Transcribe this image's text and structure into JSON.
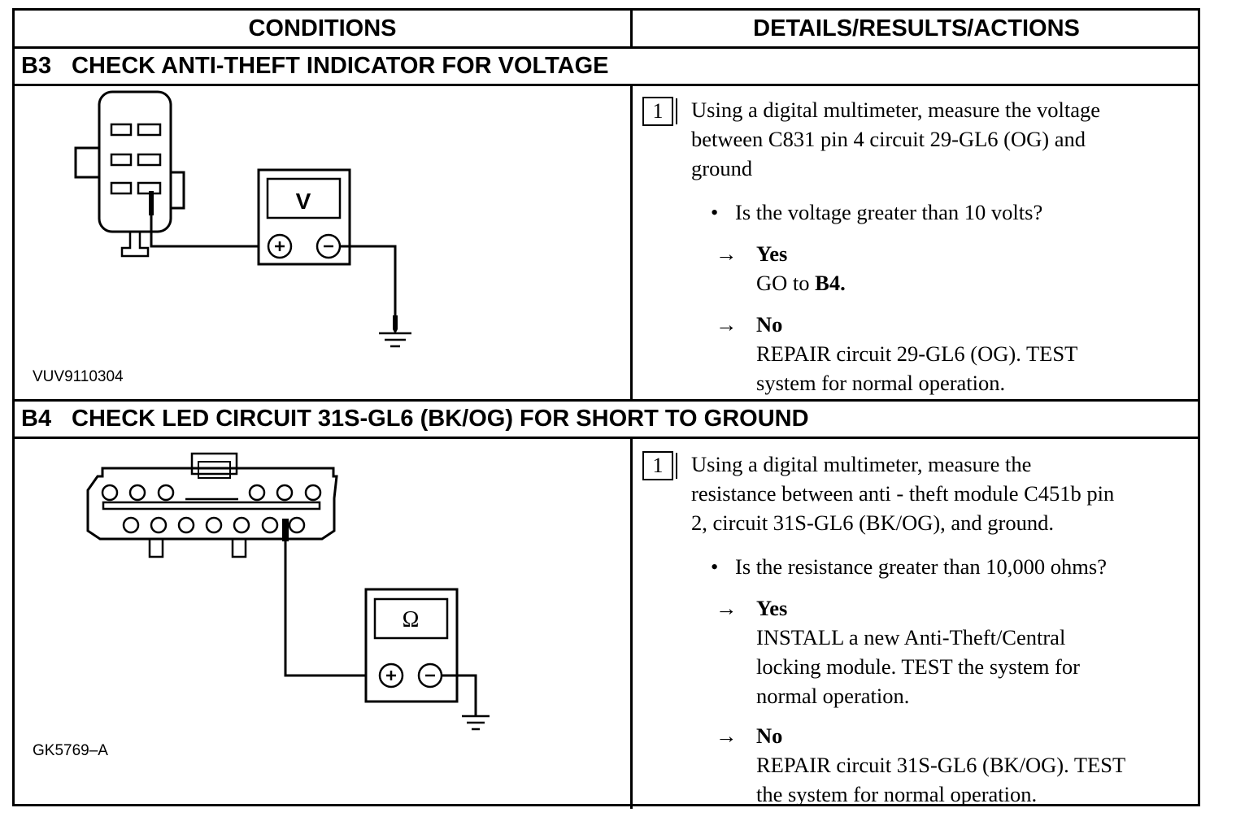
{
  "header": {
    "conditions": "CONDITIONS",
    "details": "DETAILS/RESULTS/ACTIONS"
  },
  "sections": [
    {
      "id": "B3",
      "title": "CHECK ANTI-THEFT INDICATOR FOR VOLTAGE",
      "figure_code": "VUV9110304",
      "meter_symbol": "V",
      "step_number": "1",
      "instruction_lines": [
        "Using a digital multimeter, measure the voltage",
        "between C831 pin 4 circuit 29-GL6 (OG) and",
        "ground"
      ],
      "question": "Is the voltage greater than 10 volts?",
      "yes_label": "Yes",
      "yes_action_prefix": "GO to ",
      "yes_action_ref": "B4.",
      "no_label": "No",
      "no_action_lines": [
        "REPAIR circuit 29-GL6 (OG). TEST",
        "system for normal operation."
      ]
    },
    {
      "id": "B4",
      "title": "CHECK LED CIRCUIT 31S-GL6 (BK/OG) FOR SHORT TO GROUND",
      "figure_code": "GK5769–A",
      "meter_symbol": "Ω",
      "step_number": "1",
      "instruction_lines": [
        "Using a digital multimeter, measure the",
        "resistance between anti - theft module C451b pin",
        "2, circuit 31S-GL6 (BK/OG), and ground."
      ],
      "question": "Is the resistance greater than 10,000 ohms?",
      "yes_label": "Yes",
      "yes_action_lines": [
        "INSTALL a new Anti-Theft/Central",
        "locking module. TEST the system for",
        "normal operation."
      ],
      "no_label": "No",
      "no_action_lines": [
        "REPAIR circuit 31S-GL6 (BK/OG). TEST",
        "the system for normal operation."
      ]
    }
  ],
  "symbols": {
    "bullet": "•",
    "arrow": "→",
    "plus": "+",
    "minus": "−"
  }
}
